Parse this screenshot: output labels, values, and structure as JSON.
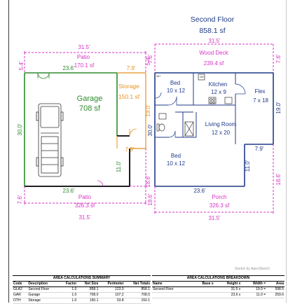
{
  "second_floor": {
    "title": "Second Floor",
    "area": "858.1 sf"
  },
  "dims": {
    "top_left": "31.5'",
    "top_right": "31.5'",
    "bottom_left": "31.5'",
    "bottom_right": "31.5'",
    "patio_top_width": "23.6'",
    "storage_top_width": "7.9'",
    "patio_top_depth_left": "5.4'",
    "patio_top_depth_mid": "5.4'",
    "garage_height": "30.0'",
    "storage_height": "19.0'",
    "storage_bottom_width": "7.9'",
    "garage_notch": "11.0'",
    "patio_bottom_width": "23.6'",
    "patio_bottom_depth": "7.6'",
    "deck_depth_left": "7.6'",
    "deck_depth_right": "7.6'",
    "house_height_left": "30.0'",
    "house_height_right": "19.0'",
    "house_notch_width": "7.9'",
    "house_notch_height": "11.0'",
    "porch_top_width": "23.6'",
    "porch_depth_left": "18.6'",
    "porch_depth_right": "18.6'",
    "porch_depth_mid": "18.6'"
  },
  "labels": {
    "patio_top": {
      "name": "Patio",
      "area": "170.1 sf"
    },
    "storage": {
      "name": "Storage",
      "area": "150.1 sf"
    },
    "garage": {
      "name": "Garage",
      "area": "708 sf"
    },
    "patio_bottom": {
      "name": "Patio",
      "area": "326.3 sf"
    },
    "wood_deck": {
      "name": "Wood Deck",
      "area": "239.4 sf"
    },
    "bed1": {
      "name": "Bed",
      "size": "10 x 12"
    },
    "kitchen": {
      "name": "Kitchen",
      "size": "12 x 9"
    },
    "flex": {
      "name": "Flex",
      "size": "7 x 18"
    },
    "living": {
      "name": "Living Room",
      "size": "12 x 20"
    },
    "bed2": {
      "name": "Bed",
      "size": "10 x 12"
    },
    "porch": {
      "name": "Porch",
      "area": "326.3 sf"
    },
    "fixture_dw": "DW",
    "fixture_wh": "WH"
  },
  "credit": "Sketch by ApexSketch",
  "summary": {
    "title": "AREA CALCULATIONS SUMMARY",
    "headers": [
      "Code",
      "Description",
      "Factor",
      "Net Size",
      "Perimeter",
      "Net Totals"
    ],
    "rows": [
      [
        "GLA2",
        "Second Floor",
        "1.0",
        "858.1",
        "123.0",
        "858.1"
      ],
      [
        "GAR",
        "Garage",
        "1.0",
        "708.0",
        "107.2",
        "708.0"
      ],
      [
        "OTH",
        "Storage",
        "1.0",
        "150.1",
        "53.8",
        "150.1"
      ]
    ]
  },
  "breakdown": {
    "title": "AREA CALCULATIONS BREAKDOWN",
    "headers": [
      "Name",
      "Base x",
      "Height x",
      "Width =",
      "Area"
    ],
    "rows": [
      [
        "Second Floor",
        "",
        "31.5 x",
        "19.0 =",
        "598.5"
      ],
      [
        "",
        "",
        "23.6 x",
        "11.0 =",
        "259.6"
      ]
    ]
  },
  "colors": {
    "magenta": "#d633c4",
    "blue": "#1f3a8a",
    "green": "#2e8b2e",
    "orange": "#e8901c",
    "black": "#000000"
  }
}
